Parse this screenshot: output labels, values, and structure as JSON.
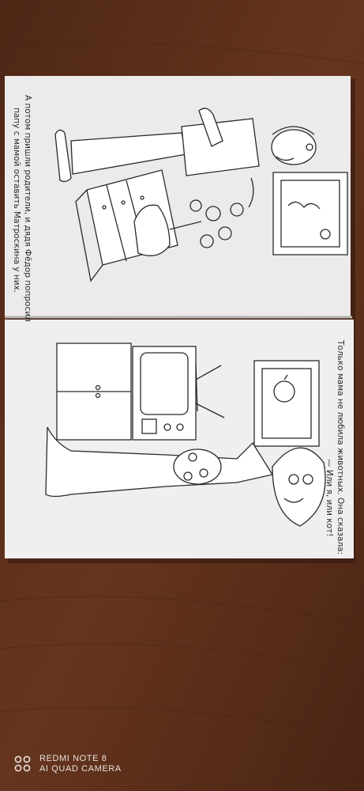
{
  "page1": {
    "caption_line1": "А потом пришли родители, и дядя Фёдор попросил",
    "caption_line2": "папу с мамой оставить Матроскина у них."
  },
  "page2": {
    "caption_line1": "Только мама не любила животных. Она сказала:",
    "caption_line2": "— Или я, или кот!"
  },
  "watermark": {
    "line1": "REDMI NOTE 8",
    "line2": "AI QUAD CAMERA"
  },
  "colors": {
    "table": "#5a2e1a",
    "paper": "#ecebea",
    "ink": "#2a2a2a"
  }
}
